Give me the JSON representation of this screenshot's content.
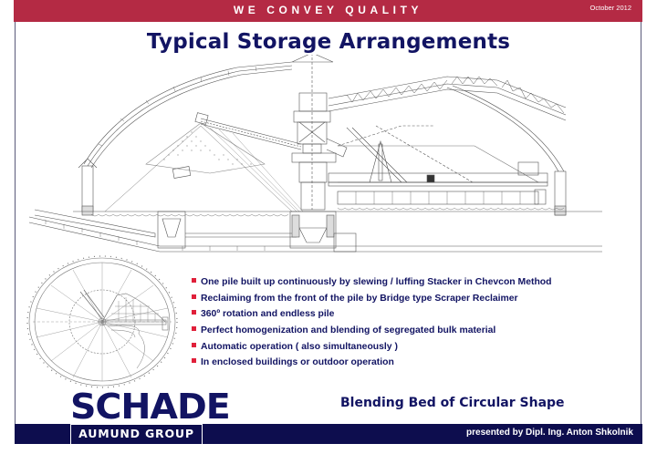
{
  "header": {
    "tagline": "WE CONVEY QUALITY",
    "date": "October 2012",
    "bar_color": "#b42a44"
  },
  "slide": {
    "title": "Typical Storage Arrangements",
    "subtitle": "Blending Bed of Circular Shape",
    "bullets": [
      "One pile built up continuously by slewing / luffing Stacker in Chevcon Method",
      "Reclaiming from the front of the pile by Bridge type Scraper Reclaimer",
      "360º rotation and endless pile",
      "Perfect homogenization and blending of segregated bulk material",
      "Automatic operation ( also simultaneously )",
      "In enclosed buildings or outdoor operation"
    ],
    "bullet_color": "#e0203a",
    "text_color": "#121463"
  },
  "figures": {
    "section_drawing": "circular-blending-bed-cross-section",
    "plan_drawing": "circular-blending-bed-plan-view"
  },
  "footer": {
    "presenter": "presented by Dipl. Ing. Anton Shkolnik",
    "bar_color": "#0d0d4e"
  },
  "logo": {
    "name": "SCHADE",
    "group": "AUMUND GROUP"
  }
}
